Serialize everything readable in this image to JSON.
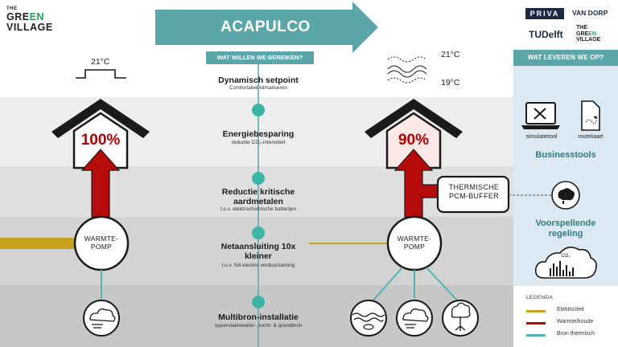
{
  "logo": {
    "line1": "THE",
    "line2a": "GRE",
    "line2b": "EN",
    "line3": "VILLAGE"
  },
  "title": "ACAPULCO",
  "goal_header": "WAT WILLEN WE BEREIKEN?",
  "steps": [
    {
      "title": "Dynamisch setpoint",
      "sub": "Comfortabel klimatiseren"
    },
    {
      "title": "Energiebesparing",
      "sub": "reductie CO₂-intensiteit"
    },
    {
      "title": "Reductie kritische aardmetalen",
      "sub": "t.o.v. elektrochemische batterijen"
    },
    {
      "title": "Netaansluiting 10x kleiner",
      "sub": "t.o.v. full electric verduurzaming"
    },
    {
      "title": "Multibron-installatie",
      "sub": "oppervlaktewater-, lucht- & grondbron"
    }
  ],
  "left": {
    "temp": "21°C",
    "percent": "100%",
    "pump": "WARMTE-POMP"
  },
  "right": {
    "temp_high": "21°C",
    "temp_low": "19°C",
    "percent": "90%",
    "pump": "WARMTE-POMP",
    "buffer": "THERMISCHE PCM-BUFFER"
  },
  "partners": {
    "priva": "PRIVA",
    "vandorp": "VAN DORP",
    "tudelft": "TUDelft",
    "gv1": "THE",
    "gv2a": "GRE",
    "gv2b": "EN",
    "gv3": "VILLAGE"
  },
  "deliver_header": "WAT LEVEREN WE OP?",
  "tools": {
    "tool1": "simulatietool",
    "tool2": "routekaart",
    "business": "Businesstools",
    "predictive": "Voorspellende regeling",
    "co2": "CO₂"
  },
  "legend": {
    "title": "LEGENDA",
    "items": [
      {
        "label": "Elektriciteit",
        "color": "#c9a21c"
      },
      {
        "label": "Warmte/koude",
        "color": "#b50b0b"
      },
      {
        "label": "Bron thermisch",
        "color": "#4fb3b3"
      }
    ]
  },
  "colors": {
    "teal": "#5aa6a8",
    "line_teal": "#4fb3b3",
    "red": "#b50b0b",
    "gold": "#c9a21c"
  }
}
